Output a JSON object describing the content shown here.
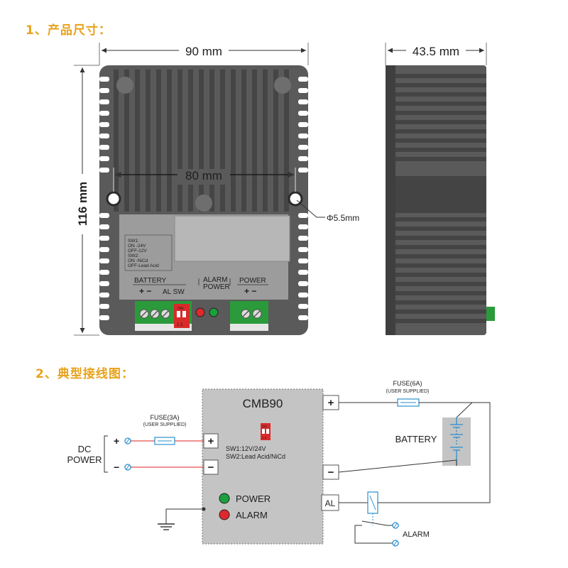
{
  "section1": {
    "title": "1、产品尺寸："
  },
  "section2": {
    "title": "2、典型接线图："
  },
  "dimensions": {
    "width": "90 mm",
    "height": "116 mm",
    "hole_spacing": "80 mm",
    "depth": "43.5 mm",
    "hole_diameter": "Φ5.5mm"
  },
  "front_panel": {
    "switch_info": [
      "SW1:",
      "ON -24V",
      "OFF-12V",
      "SW2:",
      "ON -NiCd",
      "OFF-Lead Acid"
    ],
    "battery_label": "BATTERY",
    "battery_polarity": "+ −",
    "al_sw_label": "AL SW",
    "alarm_label": "ALARM",
    "power_small_label": "POWER",
    "power_label": "POWER",
    "power_polarity": "+ −",
    "dip_on": "ON",
    "dip_numbers": "1 2"
  },
  "wiring": {
    "module_name": "CMB90",
    "switch_desc_1": "SW1:12V/24V",
    "switch_desc_2": "SW2:Lead Acid/NiCd",
    "dip_on": "ON",
    "dip_numbers": "1 2",
    "input_fuse": "FUSE(3A)",
    "input_fuse_note": "(USER SUPPLIED)",
    "output_fuse": "FUSE(6A)",
    "output_fuse_note": "(USER SUPPLIED)",
    "dc_power_line1": "DC",
    "dc_power_line2": "POWER",
    "input_plus": "+",
    "input_minus": "−",
    "terminal_in_plus": "+",
    "terminal_in_minus": "−",
    "terminal_out_plus": "+",
    "terminal_out_minus": "−",
    "terminal_al": "AL",
    "battery_label": "BATTERY",
    "power_led_label": "POWER",
    "alarm_led_label": "ALARM",
    "alarm_relay_label": "ALARM"
  },
  "colors": {
    "heading": "#e8a21c",
    "device_body": "#5a5a5a",
    "fin": "#474747",
    "panel": "#9c9c9c",
    "module_fill": "#c4c4c4",
    "led_green": "#1aa03c",
    "led_red": "#e0282a",
    "wire_red": "#e02020",
    "wire_blue": "#2a8fd0",
    "terminal_green": "#2a9a3a"
  }
}
